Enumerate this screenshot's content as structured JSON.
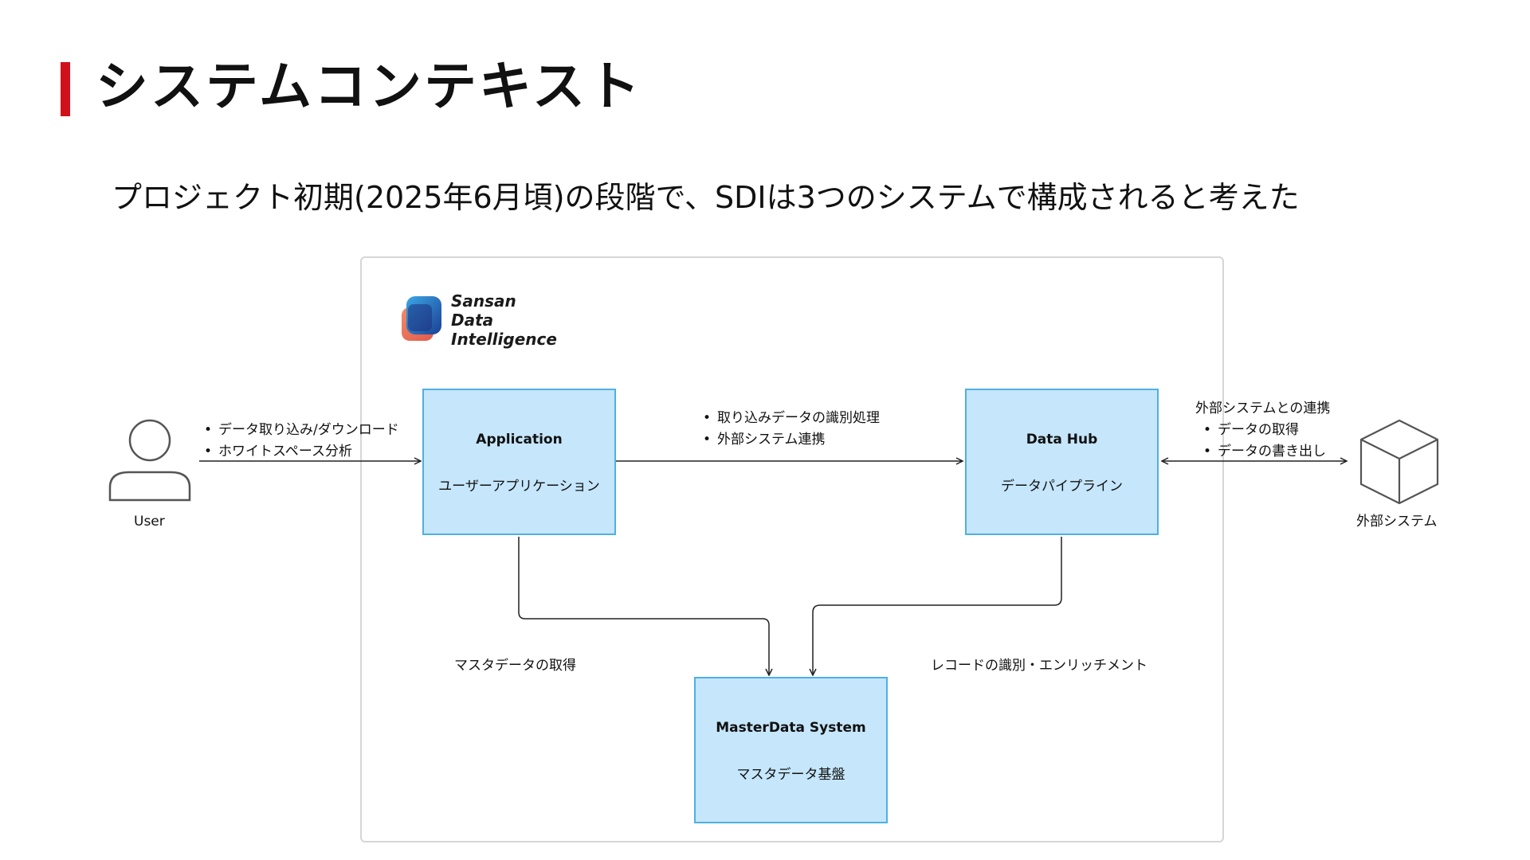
{
  "slide": {
    "title": "システムコンテキスト",
    "subtitle": "プロジェクト初期(2025年6月頃)の段階で、SDIは3つのシステムで構成されると考えた",
    "accent_color": "#d0111b"
  },
  "logo": {
    "lines": [
      "Sansan",
      "Data",
      "Intelligence"
    ]
  },
  "actors": {
    "user": {
      "label": "User",
      "icon": "user-icon"
    },
    "external": {
      "label": "外部システム",
      "icon": "cube-icon"
    }
  },
  "systems": {
    "application": {
      "en": "Application",
      "jp": "ユーザーアプリケーション"
    },
    "datahub": {
      "en": "Data Hub",
      "jp": "データパイプライン"
    },
    "masterdata": {
      "en": "MasterData System",
      "jp": "マスタデータ基盤"
    }
  },
  "edges": {
    "user_app": [
      "データ取り込み/ダウンロード",
      "ホワイトスペース分析"
    ],
    "app_hub": [
      "取り込みデータの識別処理",
      "外部システム連携"
    ],
    "hub_external": {
      "heading": "外部システムとの連携",
      "items": [
        "データの取得",
        "データの書き出し"
      ]
    },
    "app_master": "マスタデータの取得",
    "hub_master": "レコードの識別・エンリッチメント"
  },
  "colors": {
    "box_fill": "#c5e6fb",
    "box_border": "#4fb0e3",
    "frame_border": "#d6d6d6"
  }
}
